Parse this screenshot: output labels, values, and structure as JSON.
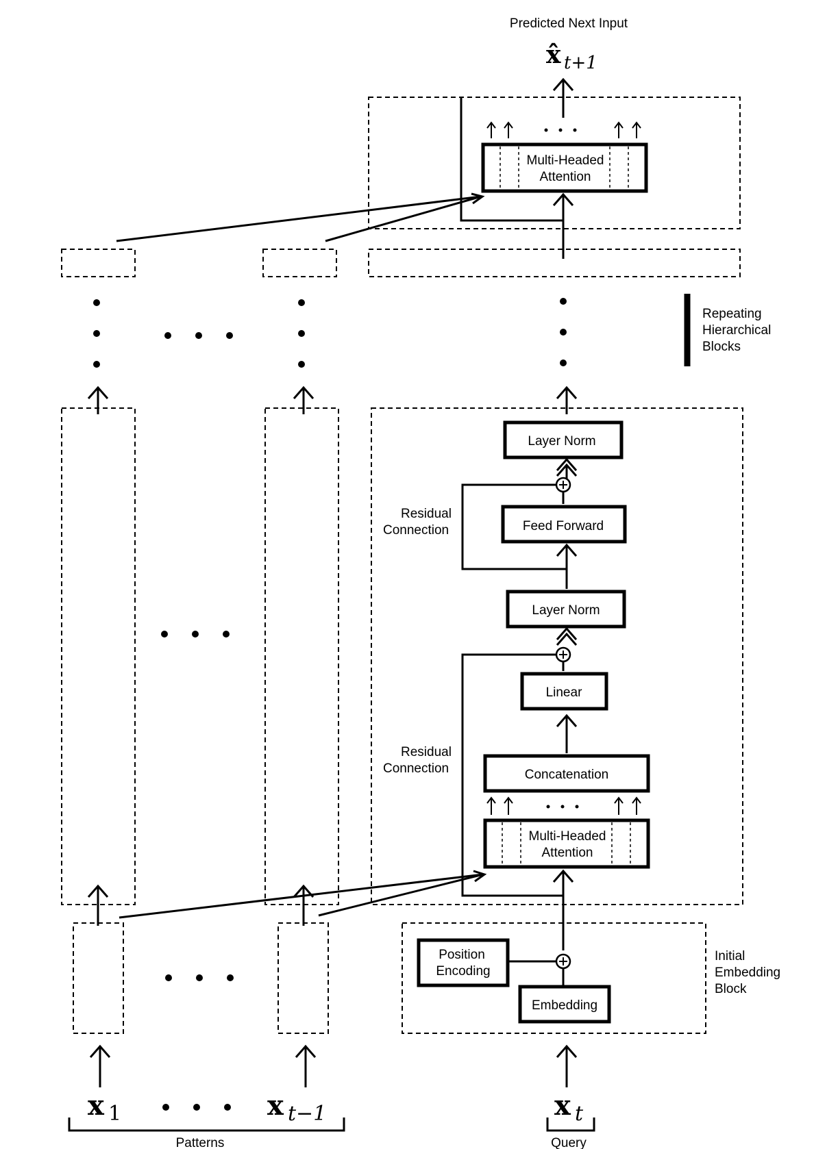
{
  "labels": {
    "predicted_next_input": "Predicted Next Input",
    "repeating_blocks_line1": "Repeating",
    "repeating_blocks_line2": "Hierarchical",
    "repeating_blocks_line3": "Blocks",
    "residual_connection_line1": "Residual",
    "residual_connection_line2": "Connection",
    "initial_embedding_line1": "Initial",
    "initial_embedding_line2": "Embedding",
    "initial_embedding_line3": "Block",
    "patterns": "Patterns",
    "query": "Query"
  },
  "boxes": {
    "multi_headed_attention_line1": "Multi-Headed",
    "multi_headed_attention_line2": "Attention",
    "layer_norm": "Layer Norm",
    "feed_forward": "Feed Forward",
    "linear": "Linear",
    "concatenation": "Concatenation",
    "position_encoding_line1": "Position",
    "position_encoding_line2": "Encoding",
    "embedding": "Embedding"
  },
  "math": {
    "x_hat_base": "x̂",
    "x_hat_sub": "t+1",
    "x_base": "x",
    "x1_sub": "1",
    "xtm1_sub": "t−1",
    "xt_sub": "t"
  },
  "symbols": {
    "plus": "+"
  }
}
